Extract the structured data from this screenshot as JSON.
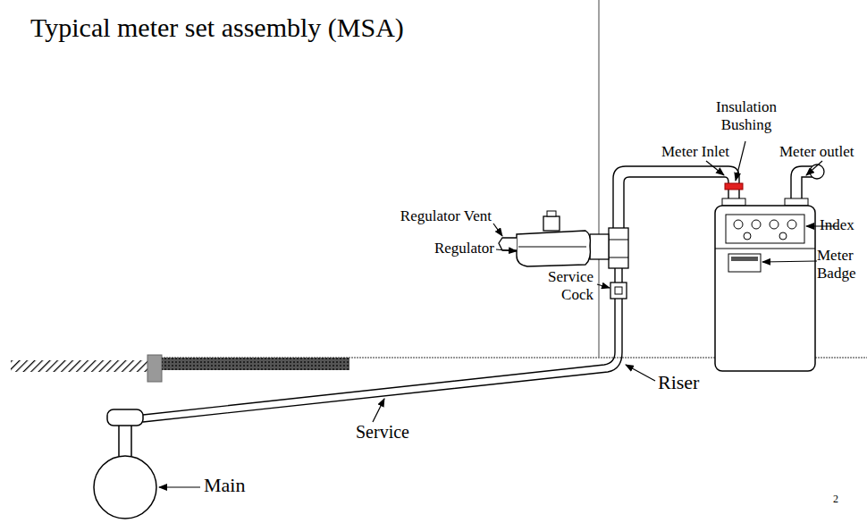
{
  "diagram": {
    "title": "Typical meter set assembly (MSA)",
    "labels": [
      "Insulation Bushing",
      "Meter Inlet",
      "Meter outlet",
      "Regulator Vent",
      "Regulator",
      "Index",
      "Service Cock",
      "Meter Badge",
      "Riser",
      "Service",
      "Main",
      "2"
    ]
  }
}
